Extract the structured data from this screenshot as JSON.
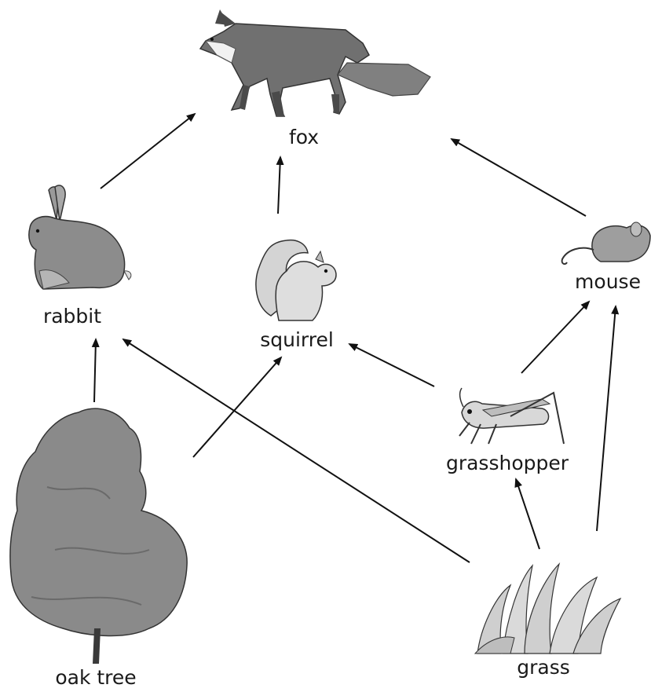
{
  "labels": {
    "fox": "fox",
    "rabbit": "rabbit",
    "squirrel": "squirrel",
    "mouse": "mouse",
    "grasshopper": "grasshopper",
    "oak_tree": "oak tree",
    "grass": "grass"
  },
  "arrows": [
    {
      "from": "rabbit",
      "to": "fox"
    },
    {
      "from": "squirrel",
      "to": "fox"
    },
    {
      "from": "mouse",
      "to": "fox"
    },
    {
      "from": "oak_tree",
      "to": "rabbit"
    },
    {
      "from": "oak_tree",
      "to": "squirrel"
    },
    {
      "from": "grass",
      "to": "rabbit"
    },
    {
      "from": "grasshopper",
      "to": "squirrel"
    },
    {
      "from": "grasshopper",
      "to": "mouse"
    },
    {
      "from": "grass",
      "to": "grasshopper"
    },
    {
      "from": "grass",
      "to": "mouse"
    }
  ],
  "colors": {
    "arrow": "#111111",
    "fox_body": "#707070",
    "fox_dark": "#4a4a4a",
    "rabbit": "#8c8c8c",
    "squirrel": "#d4d4d4",
    "mouse": "#9e9e9e",
    "grasshopper": "#d8d8d8",
    "tree": "#8a8a8a",
    "grass": "#cfcfcf"
  }
}
